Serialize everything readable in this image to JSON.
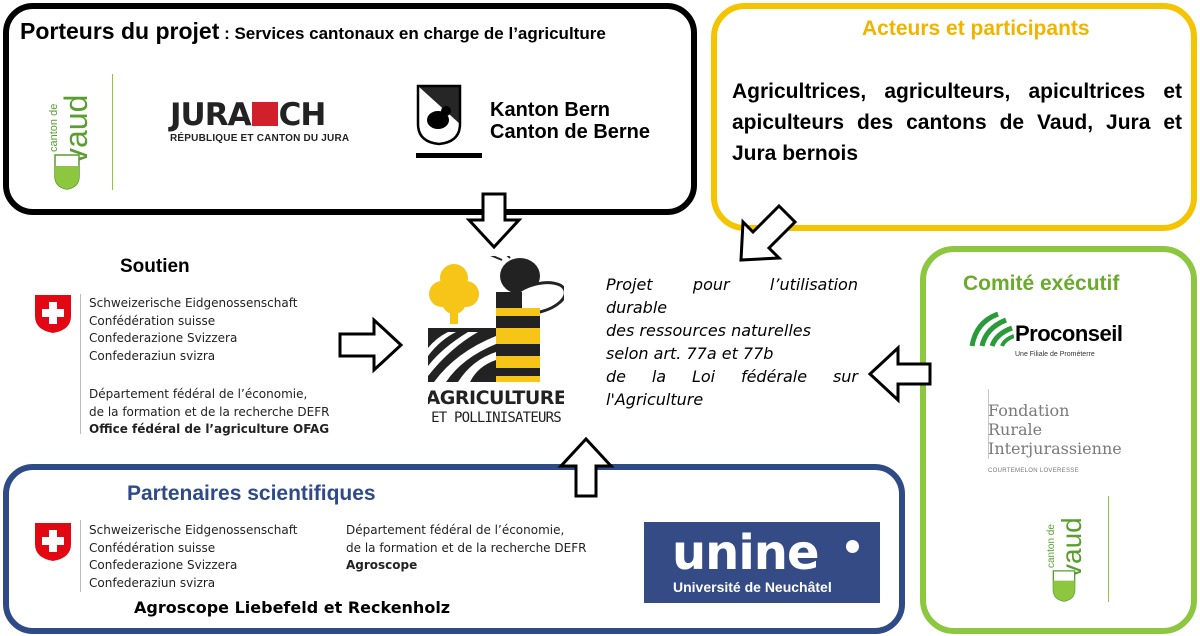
{
  "porteurs": {
    "title": "Porteurs du projet",
    "subtitle": " : Services cantonaux en charge de l’agriculture",
    "vaud_name": "vaud",
    "vaud_prefix": "canton de",
    "jura_name_left": "JURA",
    "jura_name_right": "CH",
    "jura_subtitle": "RÉPUBLIQUE ET CANTON DU JURA",
    "bern_line1": "Kanton Bern",
    "bern_line2": "Canton de Berne"
  },
  "acteurs": {
    "title": "Acteurs et participants",
    "description": "Agricultrices, agriculteurs, apicultrices et apiculteurs des cantons de Vaud, Jura et Jura bernois"
  },
  "soutien": {
    "title": "Soutien",
    "confed_lines": [
      "Schweizerische Eidgenossenschaft",
      "Confédération suisse",
      "Confederazione Svizzera",
      "Confederaziun svizra"
    ],
    "dept_line1": "Département fédéral de l’économie,",
    "dept_line2": "de la formation et de la recherche DEFR",
    "office": "Office fédéral de l’agriculture OFAG"
  },
  "center": {
    "logo_line1": "AGRICULTURE",
    "logo_line2": "ET POLLINISATEURS"
  },
  "projet": {
    "line1_words": [
      "Projet",
      "pour",
      "l’utilisation"
    ],
    "line2": "durable",
    "line3": "des ressources naturelles",
    "line4": "selon art. 77a et 77b",
    "line5_words": [
      "de",
      "la",
      "Loi",
      "fédérale",
      "sur"
    ],
    "line6": "l'Agriculture"
  },
  "comite": {
    "title": "Comité exécutif",
    "proconseil_name": "Proconseil",
    "proconseil_sub": "Une Filiale de Prométerre",
    "fondation_lines": [
      "Fondation",
      "Rurale",
      "Interjurassienne"
    ],
    "fondation_sub": "COURTEMELON  LOVERESSE",
    "vaud_name": "vaud",
    "vaud_prefix": "canton de"
  },
  "partenaires": {
    "title": "Partenaires scientifiques",
    "confed_lines": [
      "Schweizerische Eidgenossenschaft",
      "Confédération suisse",
      "Confederazione Svizzera",
      "Confederaziun svizra"
    ],
    "dept_line1": "Département fédéral de l’économie,",
    "dept_line2": "de la formation et de la recherche DEFR",
    "agroscope": "Agroscope",
    "agroscope_label": "Agroscope Liebefeld et Reckenholz",
    "unine_name": "unine",
    "unine_sub": "Université de Neuchâtel"
  },
  "colors": {
    "porteurs_border": "#000000",
    "acteurs_border": "#f4c400",
    "comite_border": "#8dc63f",
    "partenaires_border": "#2e4a87",
    "swiss_red": "#e30613",
    "vaud_green": "#5a9e2f",
    "logo_yellow": "#f6c517"
  }
}
